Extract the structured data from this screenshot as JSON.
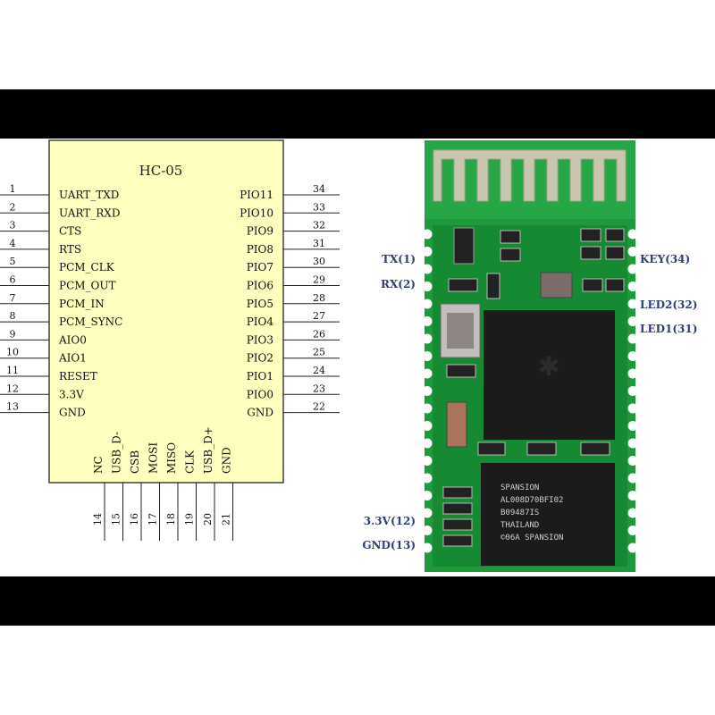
{
  "module_title": "HC-05",
  "left_pins": [
    {
      "num": "1",
      "label": "UART_TXD"
    },
    {
      "num": "2",
      "label": "UART_RXD"
    },
    {
      "num": "3",
      "label": "CTS"
    },
    {
      "num": "4",
      "label": "RTS"
    },
    {
      "num": "5",
      "label": "PCM_CLK"
    },
    {
      "num": "6",
      "label": "PCM_OUT"
    },
    {
      "num": "7",
      "label": "PCM_IN"
    },
    {
      "num": "8",
      "label": "PCM_SYNC"
    },
    {
      "num": "9",
      "label": "AIO0"
    },
    {
      "num": "10",
      "label": "AIO1"
    },
    {
      "num": "11",
      "label": "RESET"
    },
    {
      "num": "12",
      "label": "3.3V"
    },
    {
      "num": "13",
      "label": "GND"
    }
  ],
  "right_pins": [
    {
      "num": "34",
      "label": "PIO11"
    },
    {
      "num": "33",
      "label": "PIO10"
    },
    {
      "num": "32",
      "label": "PIO9"
    },
    {
      "num": "31",
      "label": "PIO8"
    },
    {
      "num": "30",
      "label": "PIO7"
    },
    {
      "num": "29",
      "label": "PIO6"
    },
    {
      "num": "28",
      "label": "PIO5"
    },
    {
      "num": "27",
      "label": "PIO4"
    },
    {
      "num": "26",
      "label": "PIO3"
    },
    {
      "num": "25",
      "label": "PIO2"
    },
    {
      "num": "24",
      "label": "PIO1"
    },
    {
      "num": "23",
      "label": "PIO0"
    },
    {
      "num": "22",
      "label": "GND"
    }
  ],
  "bottom_pins": [
    {
      "num": "14",
      "label": "NC"
    },
    {
      "num": "15",
      "label": "USB_D-"
    },
    {
      "num": "16",
      "label": "CSB"
    },
    {
      "num": "17",
      "label": "MOSI"
    },
    {
      "num": "18",
      "label": "MISO"
    },
    {
      "num": "19",
      "label": "CLK"
    },
    {
      "num": "20",
      "label": "USB_D+"
    },
    {
      "num": "21",
      "label": "GND"
    }
  ],
  "board_callouts_left": [
    "TX(1)",
    "RX(2)",
    "3.3V(12)",
    "GND(13)"
  ],
  "board_callouts_right": [
    "KEY(34)",
    "LED2(32)",
    "LED1(31)"
  ],
  "flash_chip_text": [
    "SPANSION",
    "AL008D70BFI02",
    "B09487IS",
    "THAILAND",
    "©06A SPANSION"
  ],
  "colors": {
    "module_fill": "#ffffc0",
    "pcb_green": "#1f9a3a",
    "chip_black": "#1b1b1b",
    "callout_text": "#2d3e7a"
  }
}
